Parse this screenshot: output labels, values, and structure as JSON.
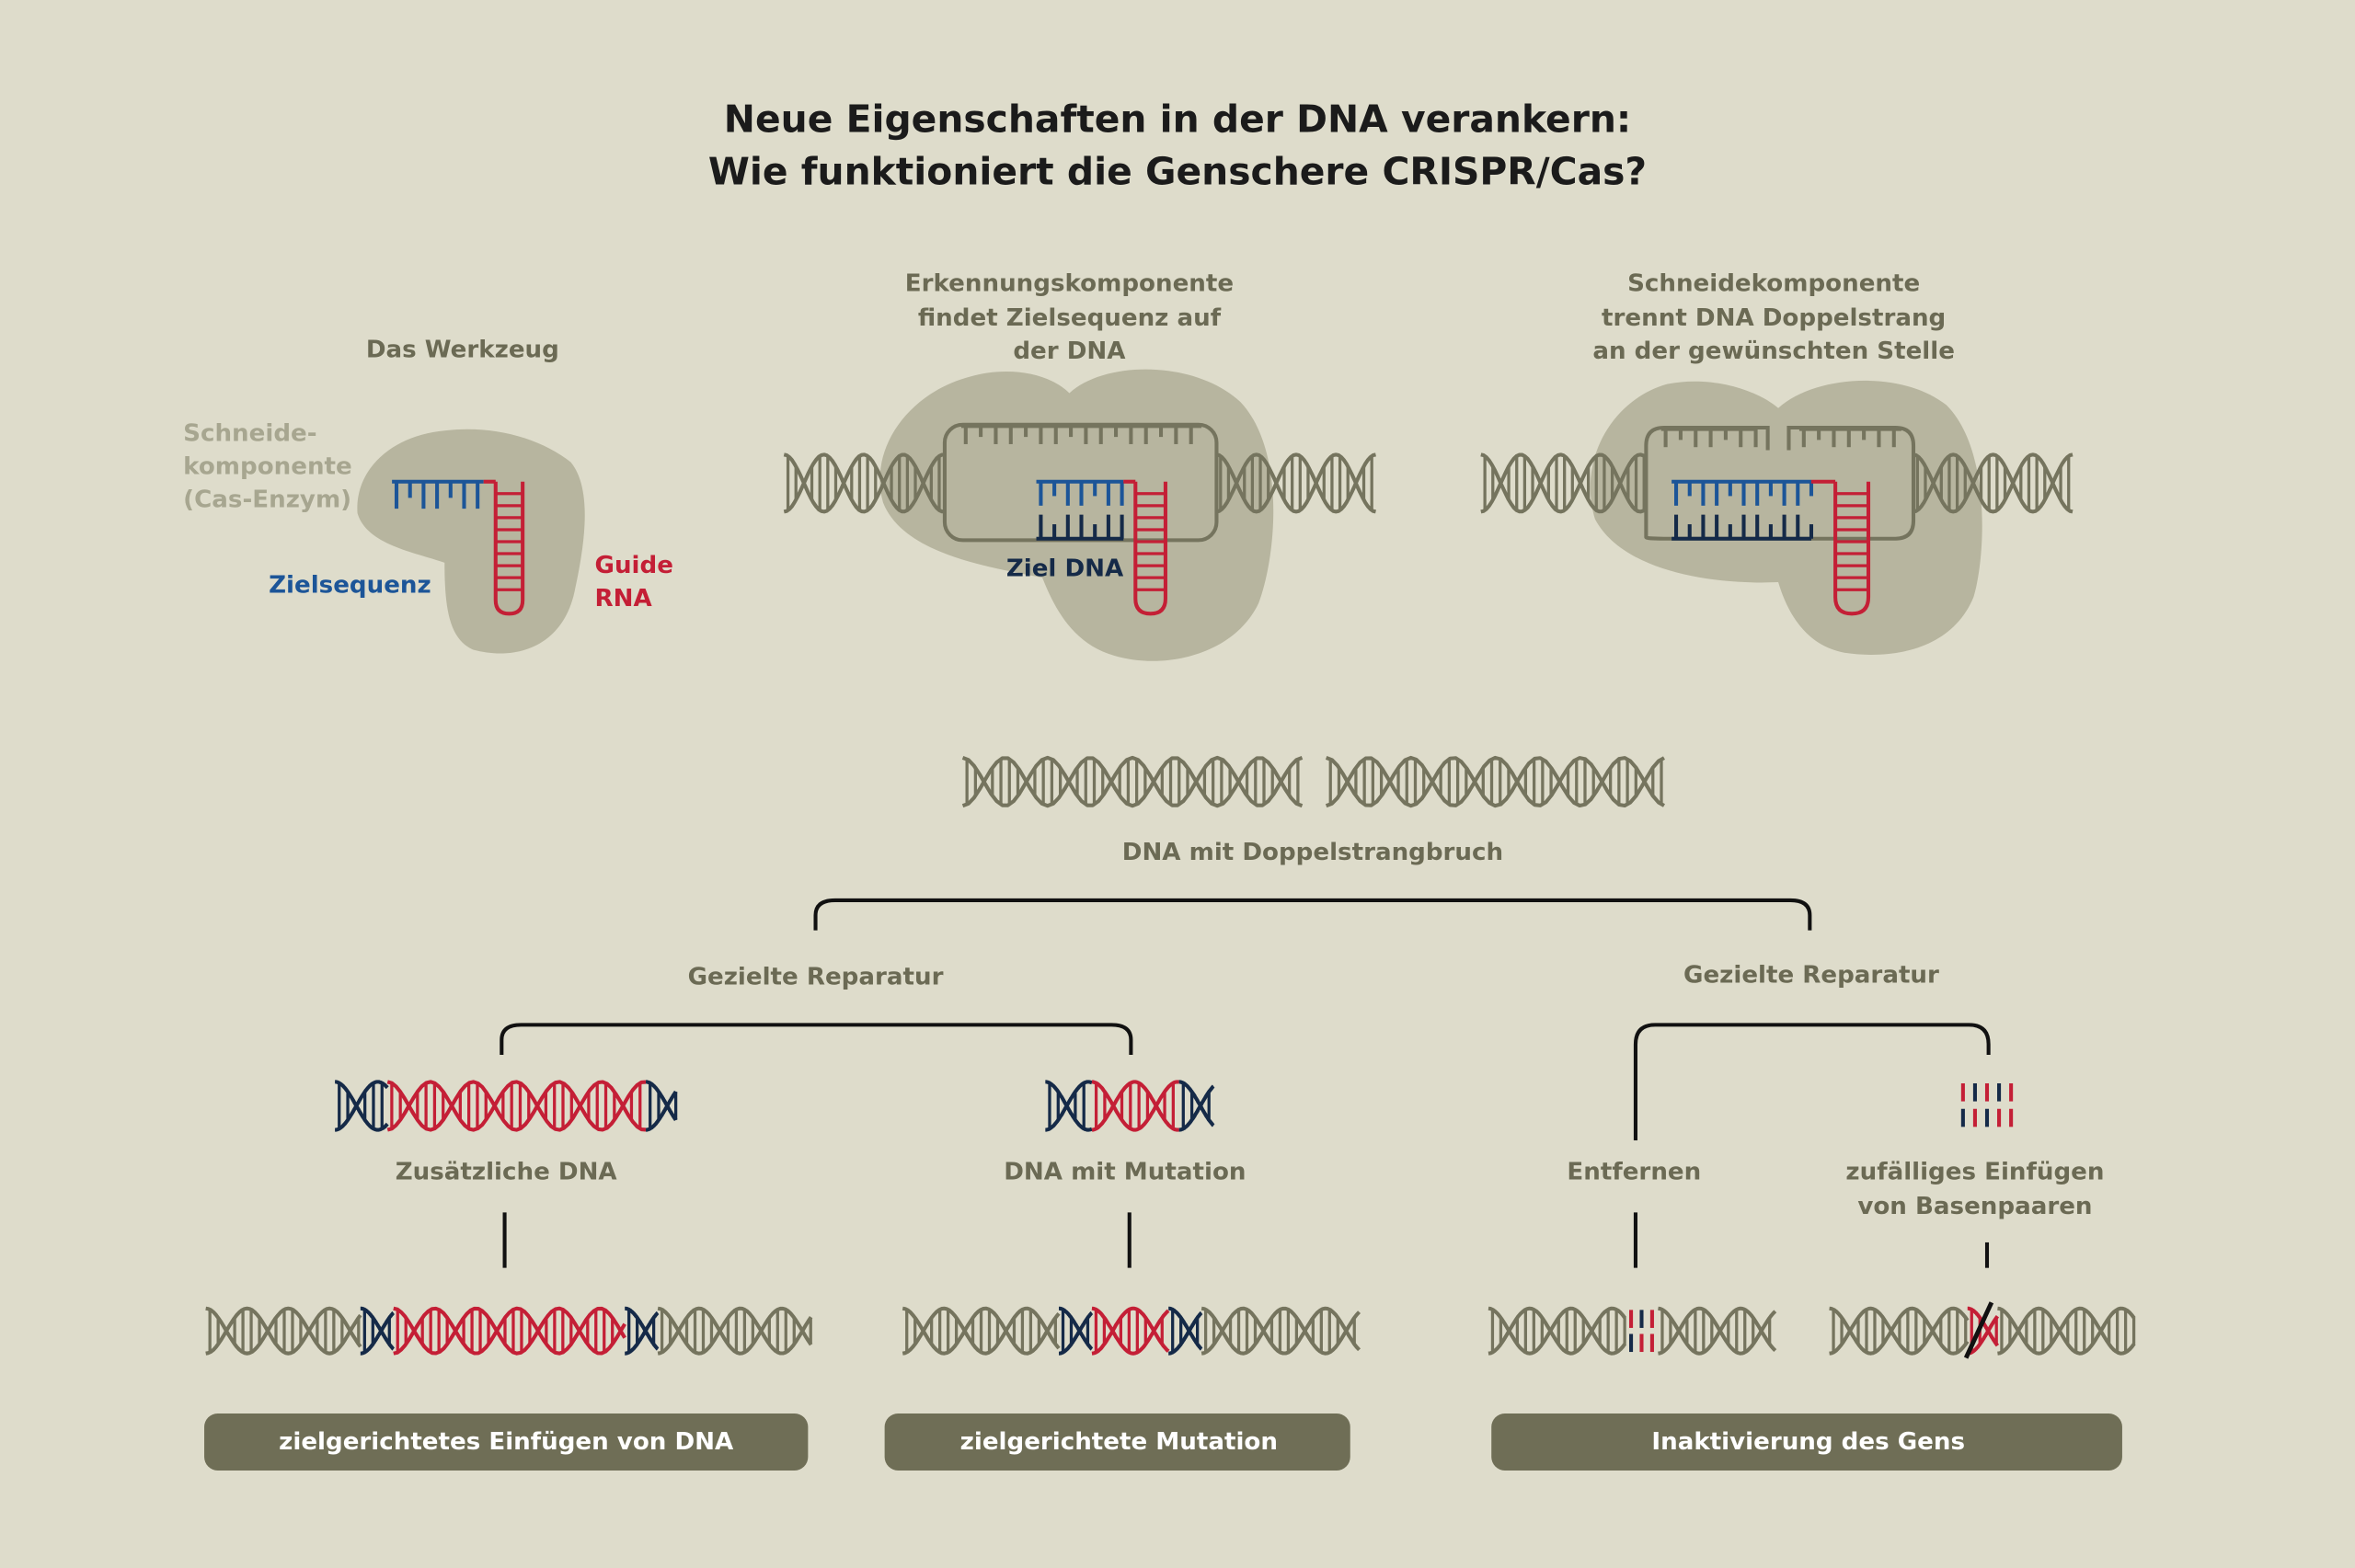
{
  "title": {
    "line1": "Neue Eigenschaften in der DNA verankern:",
    "line2": "Wie funktioniert die Genschere CRISPR/Cas?"
  },
  "tool": {
    "heading": "Das Werkzeug",
    "cas_label": [
      "Schneide-",
      "komponente",
      "(Cas-Enzym)"
    ],
    "target_label": "Zielsequenz",
    "guide_label": [
      "Guide",
      "RNA"
    ]
  },
  "recognition": {
    "heading": [
      "Erkennungskomponente",
      "findet Zielsequenz auf",
      "der DNA"
    ],
    "target_dna_label": "Ziel DNA"
  },
  "cutting": {
    "heading": [
      "Schneidekomponente",
      "trennt DNA Doppelstrang",
      "an der gewünschten Stelle"
    ]
  },
  "break": {
    "label": "DNA mit Doppelstrangbruch"
  },
  "repair_left": {
    "heading": "Gezielte Reparatur",
    "option_a": "Zusätzliche DNA",
    "option_b": "DNA mit Mutation"
  },
  "repair_right": {
    "heading": "Gezielte Reparatur",
    "option_a": "Entfernen",
    "option_b": [
      "zufälliges Einfügen",
      "von Basenpaaren"
    ]
  },
  "results": [
    "zielgerichtetes Einfügen von DNA",
    "zielgerichtete Mutation",
    "Inaktivierung des Gens"
  ],
  "colors": {
    "background": "#dedccb",
    "enzyme": "#b7b59f",
    "dna": "#75745e",
    "guide_rna": "#c41f36",
    "target_sequence": "#1c5598",
    "target_dna": "#152a48",
    "result_box": "#6f6e56"
  }
}
